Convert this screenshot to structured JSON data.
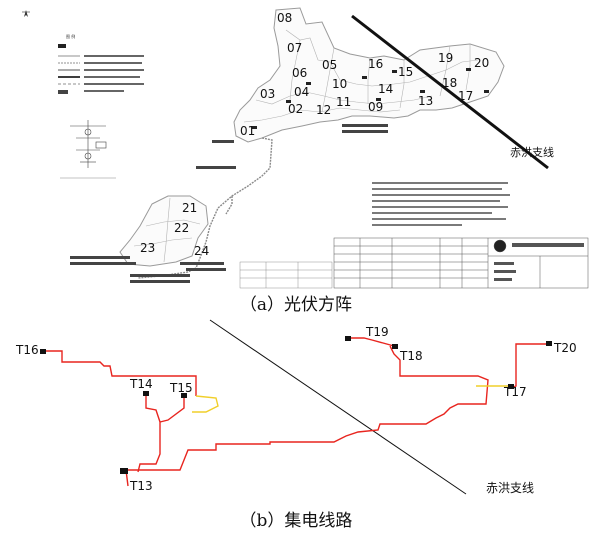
{
  "panel_a": {
    "caption": "（a）光伏方阵",
    "array_numbers": [
      "01",
      "02",
      "03",
      "04",
      "05",
      "06",
      "07",
      "08",
      "09",
      "10",
      "11",
      "12",
      "13",
      "14",
      "15",
      "16",
      "17",
      "18",
      "19",
      "20",
      "21",
      "22",
      "23",
      "24"
    ],
    "line_label": "赤洪支线"
  },
  "panel_b": {
    "caption": "（b）集电线路",
    "terminals": [
      "T13",
      "T14",
      "T15",
      "T16",
      "T17",
      "T18",
      "T19",
      "T20"
    ],
    "line_label": "赤洪支线"
  },
  "colors": {
    "collector_red": "#e8251f",
    "collector_yellow": "#f1cf2a",
    "line_black": "#111111",
    "grey": "#9a9a9a"
  }
}
